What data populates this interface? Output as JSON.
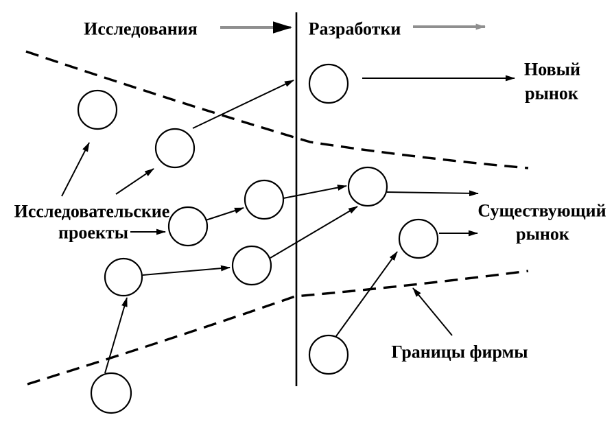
{
  "phases": {
    "research_label": "Исследования",
    "development_label": "Разработки"
  },
  "labels": {
    "new_market_line1": "Новый",
    "new_market_line2": "рынок",
    "existing_market_line1": "Существующий",
    "existing_market_line2": "рынок",
    "research_projects_line1": "Исследовательские",
    "research_projects_line2": "проекты",
    "firm_boundaries": "Границы фирмы"
  },
  "diagram": {
    "circle_count": 11,
    "colors": {
      "foreground": "#000000",
      "phase_arrow_gray": "#8f8f8f",
      "background": "#ffffff"
    }
  }
}
